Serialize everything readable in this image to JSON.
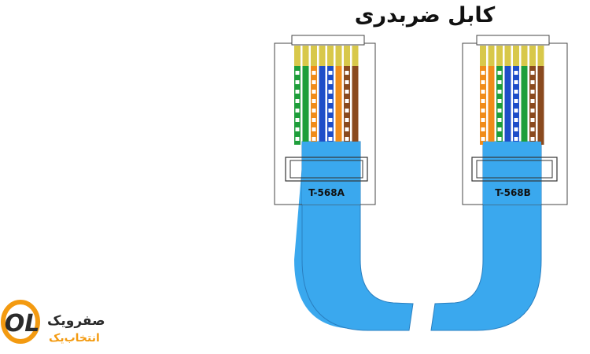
{
  "diagram": {
    "title": "کابل ضربدری",
    "left_connector": {
      "standard_label": "T-568A",
      "wire_colors": [
        "#1e9e3a",
        "#1e9e3a",
        "#f08c1a",
        "#1e4ec8",
        "#1e4ec8",
        "#f08c1a",
        "#8a4a1e",
        "#8a4a1e"
      ],
      "striped": [
        true,
        false,
        true,
        false,
        true,
        false,
        true,
        false
      ]
    },
    "right_connector": {
      "standard_label": "T-568B",
      "wire_colors": [
        "#f08c1a",
        "#f08c1a",
        "#1e9e3a",
        "#1e4ec8",
        "#1e4ec8",
        "#1e9e3a",
        "#8a4a1e",
        "#8a4a1e"
      ],
      "striped": [
        true,
        false,
        true,
        false,
        true,
        false,
        true,
        false
      ]
    },
    "colors": {
      "cable": "#3aa8ee",
      "cable_dark": "#1f7fc4",
      "pin": "#d8c84a",
      "outline": "#333333"
    }
  },
  "logo": {
    "mark_text": "OL",
    "line1": "صفرویک",
    "line2": "انتخاب‌یک",
    "mark_color": "#f39a10"
  }
}
